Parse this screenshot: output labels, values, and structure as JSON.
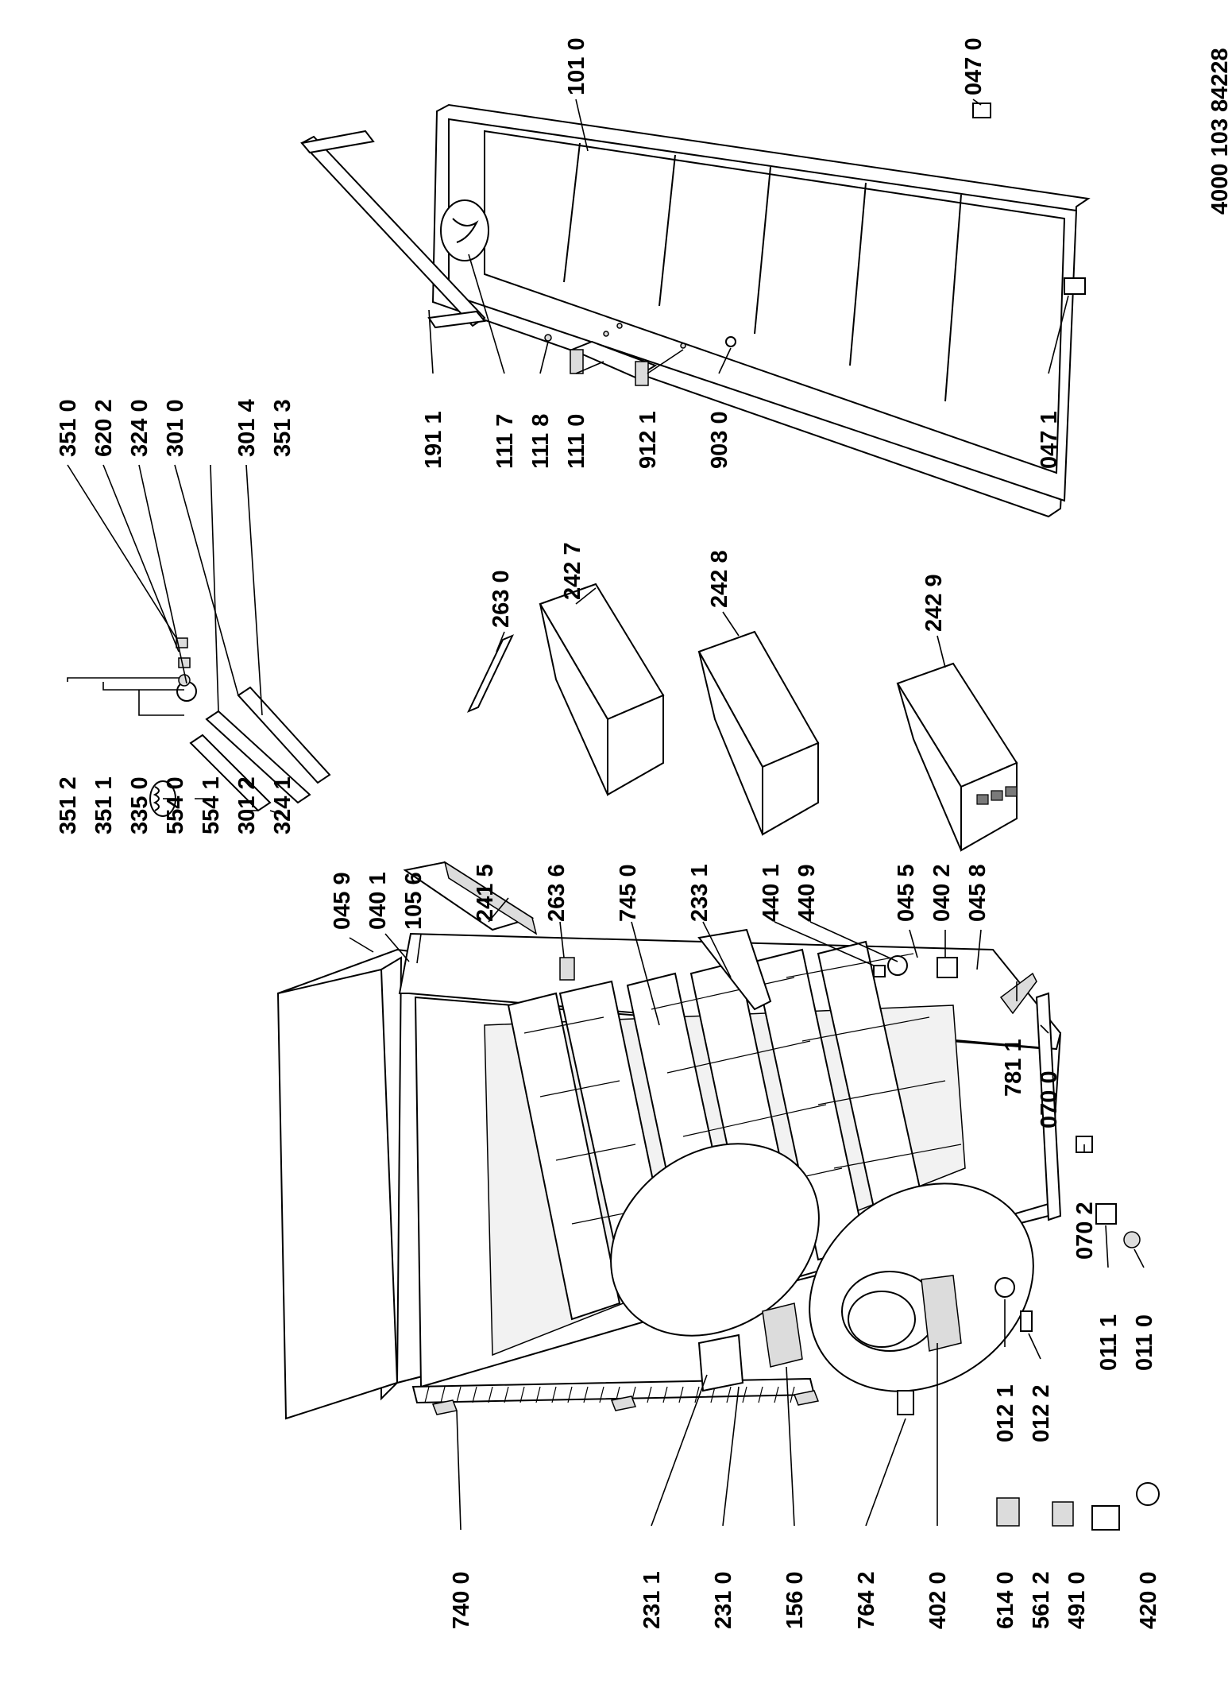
{
  "document": {
    "number": "4000 103 84228"
  },
  "labels": [
    {
      "id": "p3512",
      "text": "351 2"
    },
    {
      "id": "p3511",
      "text": "351 1"
    },
    {
      "id": "p3350",
      "text": "335 0"
    },
    {
      "id": "p5540",
      "text": "554 0"
    },
    {
      "id": "p5541",
      "text": "554 1"
    },
    {
      "id": "p3012",
      "text": "301 2"
    },
    {
      "id": "p3241",
      "text": "324 1"
    },
    {
      "id": "p3510",
      "text": "351 0"
    },
    {
      "id": "p6202",
      "text": "620 2"
    },
    {
      "id": "p3240",
      "text": "324 0"
    },
    {
      "id": "p3010",
      "text": "301 0"
    },
    {
      "id": "p3014",
      "text": "301 4"
    },
    {
      "id": "p3513",
      "text": "351 3"
    },
    {
      "id": "p0459",
      "text": "045 9"
    },
    {
      "id": "p0401",
      "text": "040 1"
    },
    {
      "id": "p1056",
      "text": "105 6"
    },
    {
      "id": "p2415",
      "text": "241 5"
    },
    {
      "id": "p2636",
      "text": "263 6"
    },
    {
      "id": "p7450",
      "text": "745 0"
    },
    {
      "id": "p2331",
      "text": "233 1"
    },
    {
      "id": "p4401",
      "text": "440 1"
    },
    {
      "id": "p4409",
      "text": "440 9"
    },
    {
      "id": "p0455",
      "text": "045 5"
    },
    {
      "id": "p0402",
      "text": "040 2"
    },
    {
      "id": "p0458",
      "text": "045 8"
    },
    {
      "id": "p7811",
      "text": "781 1"
    },
    {
      "id": "p0700",
      "text": "070 0"
    },
    {
      "id": "p0702",
      "text": "070 2"
    },
    {
      "id": "p2630",
      "text": "263 0"
    },
    {
      "id": "p2427",
      "text": "242 7"
    },
    {
      "id": "p2428",
      "text": "242 8"
    },
    {
      "id": "p2429",
      "text": "242 9"
    },
    {
      "id": "p1911",
      "text": "191 1"
    },
    {
      "id": "p1117",
      "text": "111 7"
    },
    {
      "id": "p1118",
      "text": "111 8"
    },
    {
      "id": "p1110",
      "text": "111 0"
    },
    {
      "id": "p9121",
      "text": "912 1"
    },
    {
      "id": "p9030",
      "text": "903 0"
    },
    {
      "id": "p0471",
      "text": "047 1"
    },
    {
      "id": "p1010",
      "text": "101 0"
    },
    {
      "id": "p0470",
      "text": "047 0"
    },
    {
      "id": "p7400",
      "text": "740 0"
    },
    {
      "id": "p2311",
      "text": "231 1"
    },
    {
      "id": "p2310",
      "text": "231 0"
    },
    {
      "id": "p1560",
      "text": "156 0"
    },
    {
      "id": "p7642",
      "text": "764 2"
    },
    {
      "id": "p4020",
      "text": "402 0"
    },
    {
      "id": "p6140",
      "text": "614 0"
    },
    {
      "id": "p5612",
      "text": "561 2"
    },
    {
      "id": "p4910",
      "text": "491 0"
    },
    {
      "id": "p4200",
      "text": "420 0"
    },
    {
      "id": "p0121",
      "text": "012 1"
    },
    {
      "id": "p0122",
      "text": "012 2"
    },
    {
      "id": "p0111",
      "text": "011 1"
    },
    {
      "id": "p0110",
      "text": "011 0"
    }
  ]
}
